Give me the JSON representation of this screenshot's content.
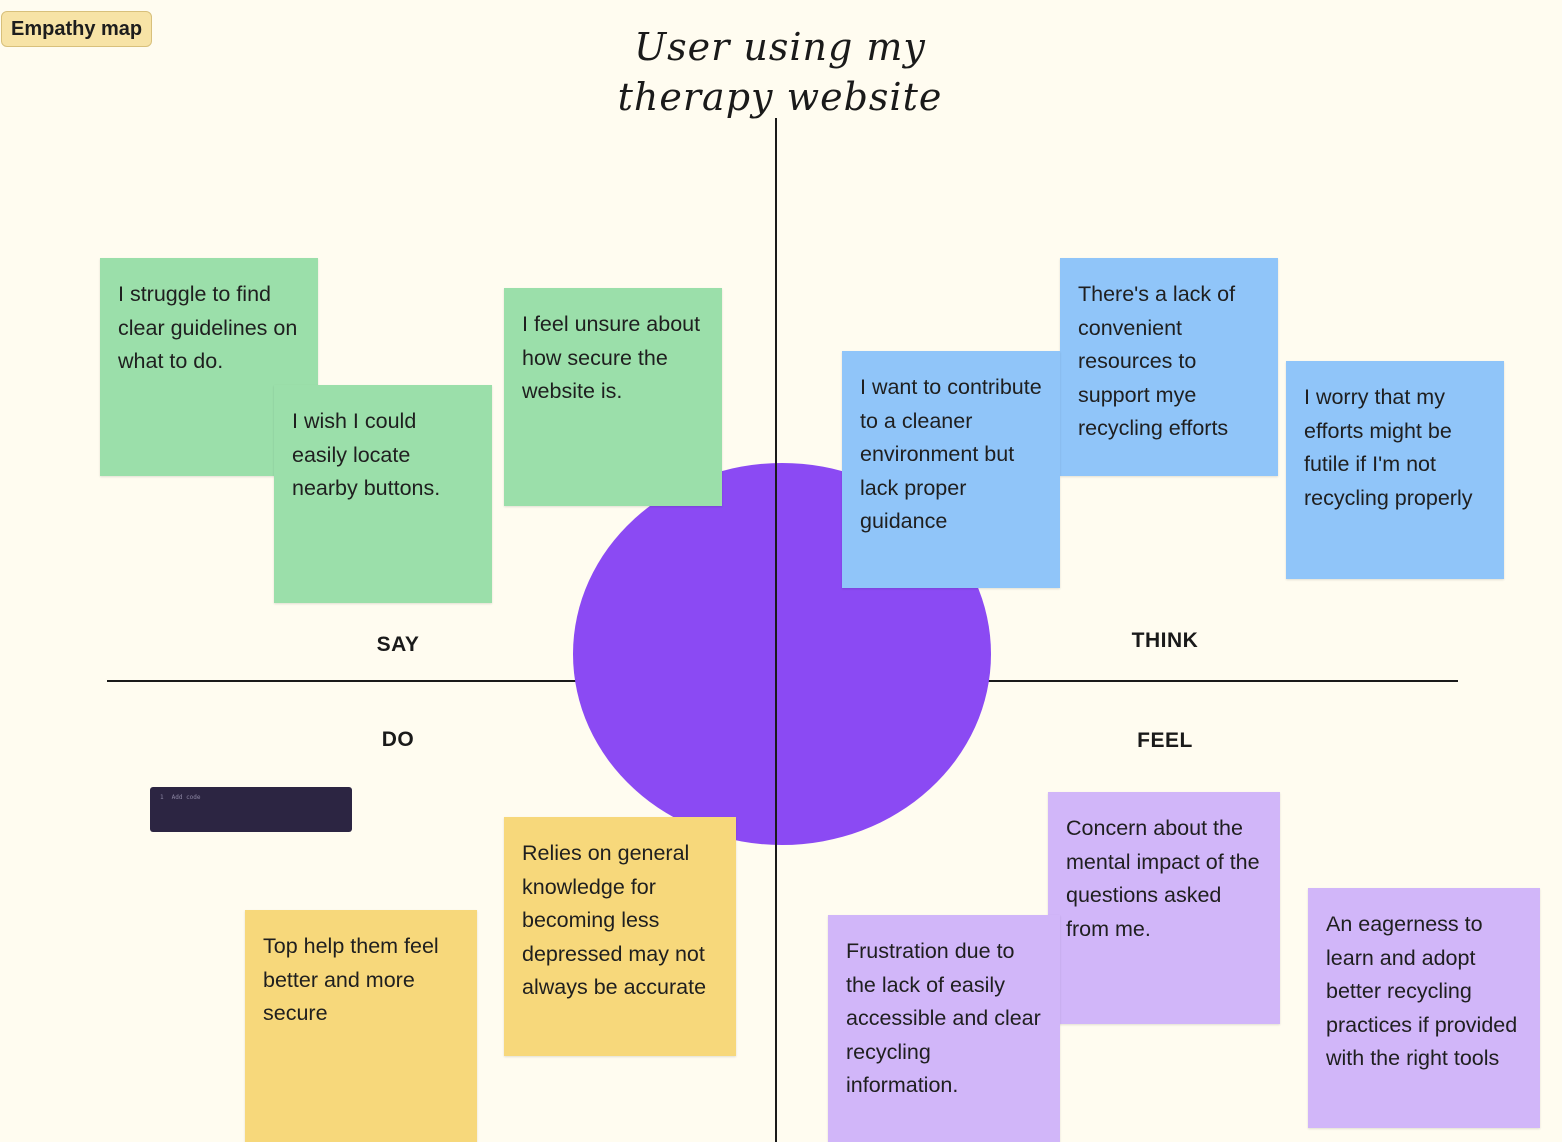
{
  "frame": {
    "label": "Empathy map"
  },
  "title": {
    "line1": "User using my",
    "line2": "therapy website"
  },
  "quadrants": {
    "say": "SAY",
    "think": "THINK",
    "do": "DO",
    "feel": "FEEL"
  },
  "say_notes": [
    "I struggle to find clear guidelines on what to do.",
    "I wish I could easily locate nearby buttons.",
    "I feel unsure about how secure the website is."
  ],
  "think_notes": [
    "There's a lack of convenient resources to support mye recycling efforts",
    "I want to contribute to a cleaner environment but lack proper guidance",
    "I worry that my efforts might be futile if I'm not recycling properly"
  ],
  "do_notes": [
    "Relies on general knowledge for becoming less depressed may not always be accurate",
    "Top help them feel better and more secure"
  ],
  "feel_notes": [
    "Concern about the mental impact of the questions asked from me.",
    "Frustration due to the lack of easily accessible and clear recycling information.",
    "An eagerness to learn and adopt better recycling practices if provided with the right tools"
  ],
  "code_block": {
    "line_number": "1",
    "placeholder": "Add code"
  },
  "colors": {
    "green_note": "#9bdfaa",
    "blue_note": "#90c5f9",
    "yellow_note": "#f7d87b",
    "purple_note": "#d1b6f9",
    "center_circle": "#8b4af3",
    "background": "#fffcf0"
  }
}
